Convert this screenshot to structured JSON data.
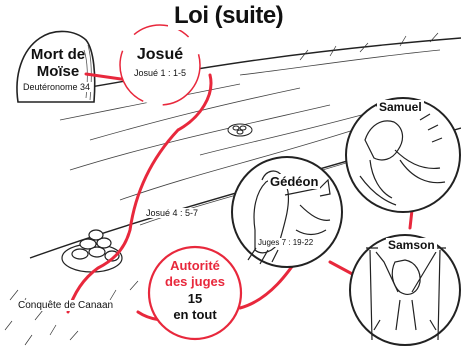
{
  "title": "Loi (suite)",
  "colors": {
    "accent": "#e8283c",
    "ink": "#111111",
    "paper": "#ffffff"
  },
  "nodes": {
    "mort_de_moise": {
      "line1": "Mort de",
      "line2": "Moïse",
      "ref": "Deutéronome 34"
    },
    "josue": {
      "name": "Josué",
      "ref": "Josué 1 : 1-5"
    },
    "josue4": {
      "ref": "Josué 4 : 5-7"
    },
    "conquete": {
      "label": "Conquête de Canaan"
    },
    "juges": {
      "line1": "Autorité",
      "line2": "des juges",
      "count": "15",
      "line4": "en tout"
    },
    "gedeon": {
      "name": "Gédéon",
      "ref": "Juges 7 : 19-22"
    },
    "samuel": {
      "name": "Samuel"
    },
    "samson": {
      "name": "Samson"
    }
  }
}
